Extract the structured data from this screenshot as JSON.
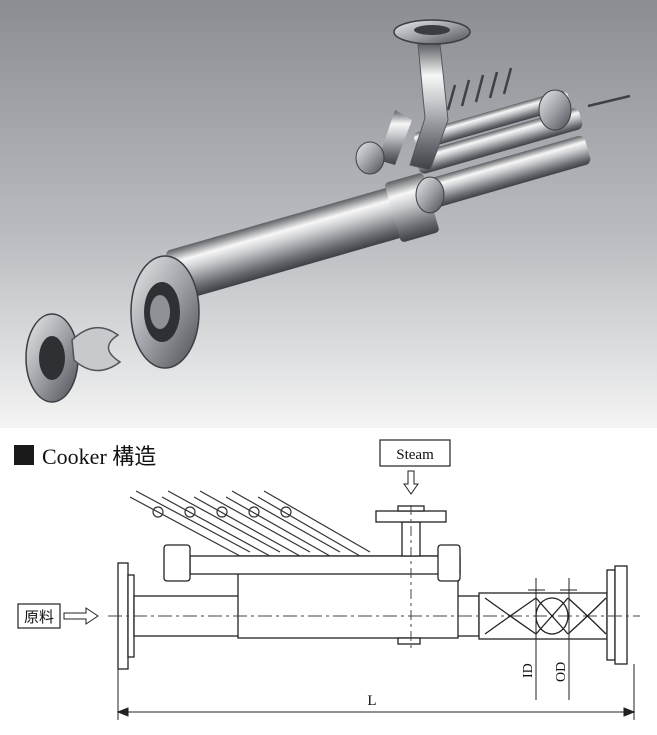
{
  "section_title": "Cooker 構造",
  "labels": {
    "steam": "Steam",
    "raw_material": "原料",
    "inner_diameter": "ID",
    "outer_diameter": "OD",
    "length": "L"
  }
}
